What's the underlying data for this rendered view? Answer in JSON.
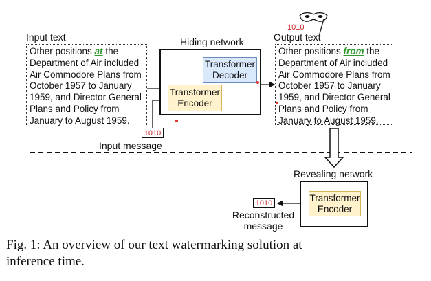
{
  "input": {
    "label": "Input text",
    "segments_line1": [
      "Other positions ",
      "at",
      " the"
    ],
    "lines": [
      "Department of Air included",
      "Air Commodore Plans from",
      "October 1957 to January",
      "1959, and Director General",
      "Plans and Policy from",
      "January to August 1959."
    ]
  },
  "output": {
    "label": "Output text",
    "segments_line1": [
      "Other positions ",
      "from",
      " the"
    ],
    "lines": [
      "Department of Air included",
      "Air Commodore Plans from",
      "October 1957 to January",
      "1959, and Director General",
      "Plans and Policy from",
      "January to August 1959."
    ]
  },
  "hiding": {
    "label": "Hiding network",
    "encoder": [
      "Transformer",
      "Encoder"
    ],
    "decoder": [
      "Transformer",
      "Decoder"
    ]
  },
  "revealing": {
    "label": "Revealing network",
    "encoder": [
      "Transformer",
      "Encoder"
    ]
  },
  "messages": {
    "input_bits": "1010",
    "input_label": "Input message",
    "mask_bits": "1010",
    "reconstructed_bits": "1010",
    "reconstructed_label": [
      "Reconstructed",
      "message"
    ]
  },
  "caption": {
    "line1": "Fig. 1: An overview of our text watermarking solution at",
    "line2": "inference time."
  },
  "colors": {
    "highlight": "#2e9a2e",
    "bits": "#c62828",
    "encoder_fill": "#fff2cc",
    "decoder_fill": "#dae8fc"
  }
}
